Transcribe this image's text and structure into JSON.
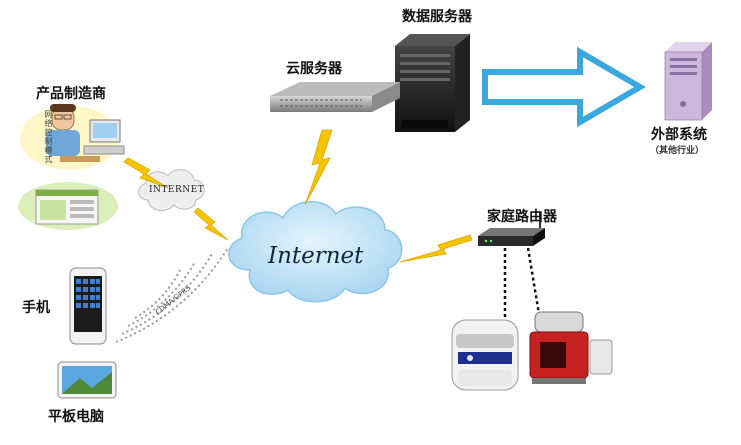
{
  "labels": {
    "data_server": "数据服务器",
    "cloud_server": "云服务器",
    "manufacturer": "产品制造商",
    "network_control": "网络控制模式",
    "external_system": "外部系统",
    "other_industry": "（其他行业）",
    "home_router": "家庭路由器",
    "internet": "Internet",
    "internet_small": "INTERNET",
    "cdma_gprs": "CDMA/GPRS",
    "phone": "手机",
    "tablet": "平板电脑"
  },
  "colors": {
    "cloud": "#bfe2f6",
    "cloud_edge": "#8cc6e6",
    "arrow": "#3aa8de",
    "lightning": "#f5c400",
    "tower": "#cfb6dc"
  }
}
